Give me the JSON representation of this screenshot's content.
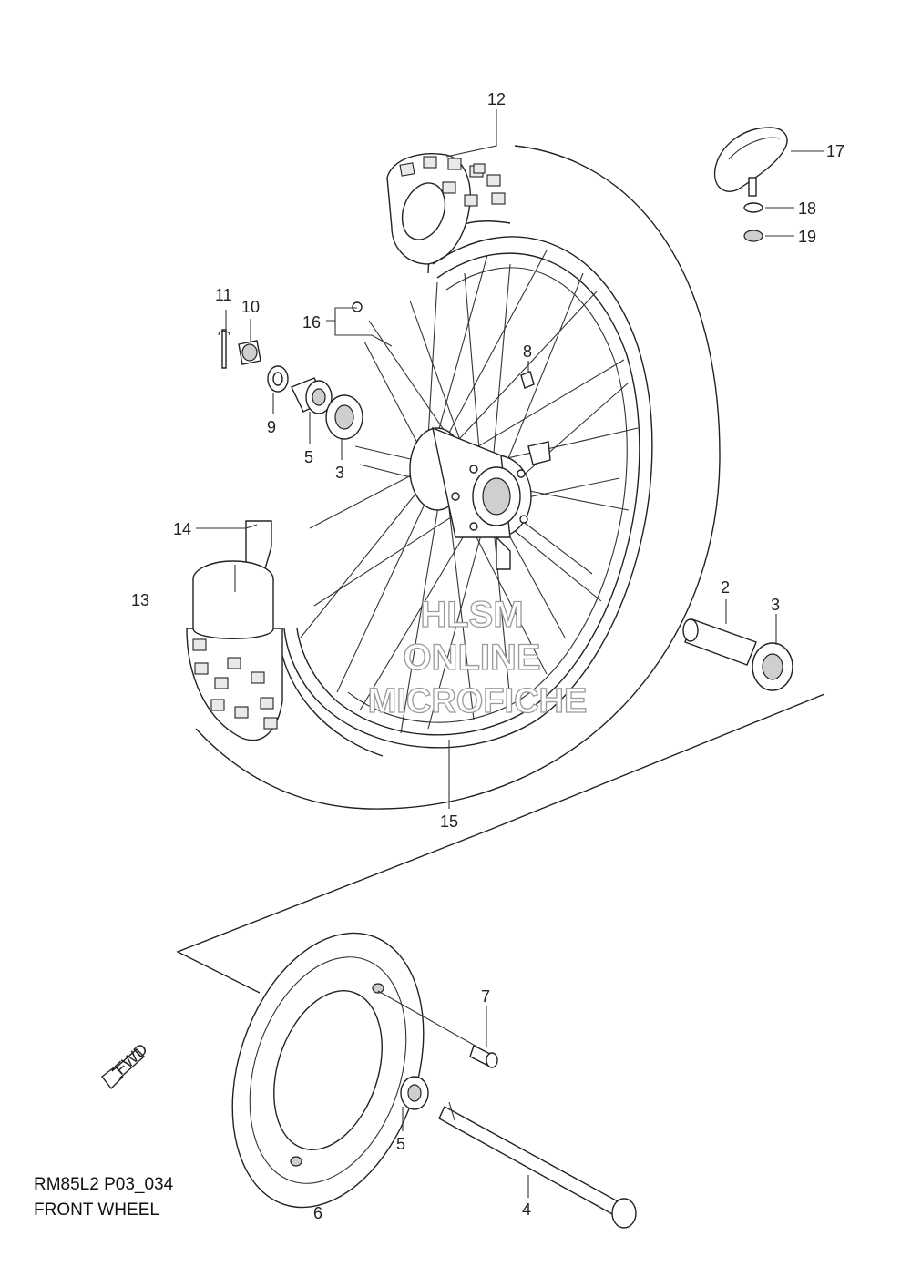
{
  "diagram": {
    "model_code": "RM85L2 P03_034",
    "title": "FRONT WHEEL",
    "fwd_label": "FWD",
    "watermark": [
      "HLSM",
      "ONLINE",
      "MICROFICHE"
    ],
    "callouts": {
      "c12": "12",
      "c17": "17",
      "c18": "18",
      "c19": "19",
      "c11": "11",
      "c10": "10",
      "c16": "16",
      "c8": "8",
      "c9": "9",
      "c5a": "5",
      "c3a": "3",
      "c14": "14",
      "c13": "13",
      "c2": "2",
      "c3b": "3",
      "c15": "15",
      "c7": "7",
      "c5b": "5",
      "c4": "4",
      "c6": "6"
    }
  }
}
